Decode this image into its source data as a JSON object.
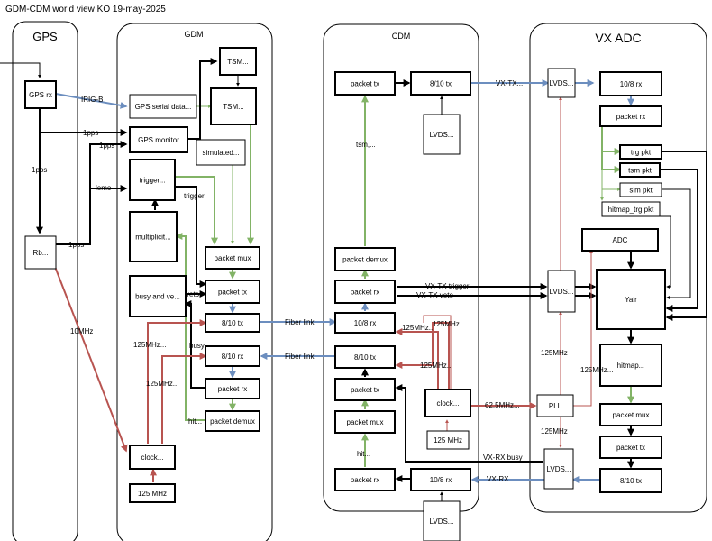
{
  "title": "GDM-CDM world view KO 19-may-2025",
  "columns": {
    "gps": "GPS",
    "gdm": "GDM",
    "cdm": "CDM",
    "vxadc": "VX ADC"
  },
  "boxes": {
    "gps_rx": "GPS rx",
    "rb": "Rb...",
    "gps_serial": "GPS serial data...",
    "gps_monitor": "GPS monitor",
    "trigger": "trigger...",
    "multiplicity": "multiplicit...",
    "busy_veto": "busy and ve...",
    "clock_gdm": "clock...",
    "mhz125_gdm": "125 MHz",
    "tsm1": "TSM...",
    "tsm2": "TSM...",
    "simulated": "simulated...",
    "packet_mux_gdm": "packet  mux",
    "packet_tx_gdm": "packet  tx",
    "tx810_gdm": "8/10 tx",
    "rx810_gdm": "8/10 rx",
    "packet_rx_gdm": "packet  rx",
    "packet_demux_gdm": "packet  demux",
    "packet_tx_cdm_top": "packet  tx",
    "tx810_cdm_top": "8/10 tx",
    "lvds_cdm_top": "LVDS...",
    "packet_demux_cdm": "packet  demux",
    "packet_rx_cdm_mid": "packet  rx",
    "rx108_cdm": "10/8 rx",
    "tx810_cdm_mid": "8/10 tx",
    "packet_tx_cdm_mid": "packet  tx",
    "packet_mux_cdm": "packet  mux",
    "clock_cdm": "clock...",
    "mhz125_cdm": "125 MHz",
    "packet_rx_cdm_bot": "packet  rx",
    "rx108_cdm_bot": "10/8 rx",
    "lvds_cdm_bot": "LVDS...",
    "lvds_vx_top": "LVDS...",
    "rx108_vx": "10/8 rx",
    "packet_rx_vx": "packet  rx",
    "trg_pkt": "trg pkt",
    "tsm_pkt": "tsm pkt",
    "sim_pkt": "sim pkt",
    "hitmap_trg_pkt": "hitmap_trg pkt",
    "adc": "ADC",
    "lvds_vx_mid": "LVDS...",
    "yair": "Yair",
    "hitmap_vx": "hitmap...",
    "packet_mux_vx": "packet  mux",
    "packet_tx_vx": "packet  tx",
    "tx810_vx": "8/10 tx",
    "pll": "PLL",
    "lvds_vx_bot": "LVDS..."
  },
  "labels": {
    "irig_b": "IRIG-B",
    "pps1": "1pps",
    "pps2": "1pps",
    "pps3": "1pps",
    "pps4": "1pps",
    "lemo": "lemo",
    "trigger": "trigger",
    "veto": "veto",
    "busy": "busy",
    "hit": "hit...",
    "mhz125_a": "125MHz...",
    "mhz125_b": "125MHz...",
    "mhz10": "10MHz",
    "fiber1": "Fiber link",
    "fiber2": "Fiber link",
    "vx_tx": "VX-TX...",
    "tsm": "tsm,...",
    "vx_tx_trigger": "VX-TX trigger",
    "vx_tx_veto": "VX-TX veto",
    "mhz125_c": "125MHz...",
    "mhz125_d": "125MHz...",
    "mhz125_e": "125MHz...",
    "mhz625": "62.5MHz...",
    "mhz125_pll_top": "125MHz",
    "mhz125_pll_bot": "125MHz",
    "mhz125_f": "125MHz...",
    "vx_rx_busy": "VX-RX busy",
    "vx_rx": "VX-RX...",
    "hit_cdm": "hit..."
  },
  "colors": {
    "green": "#82b366",
    "blue": "#6c8ebf",
    "red": "#b85450",
    "black": "#000000"
  }
}
